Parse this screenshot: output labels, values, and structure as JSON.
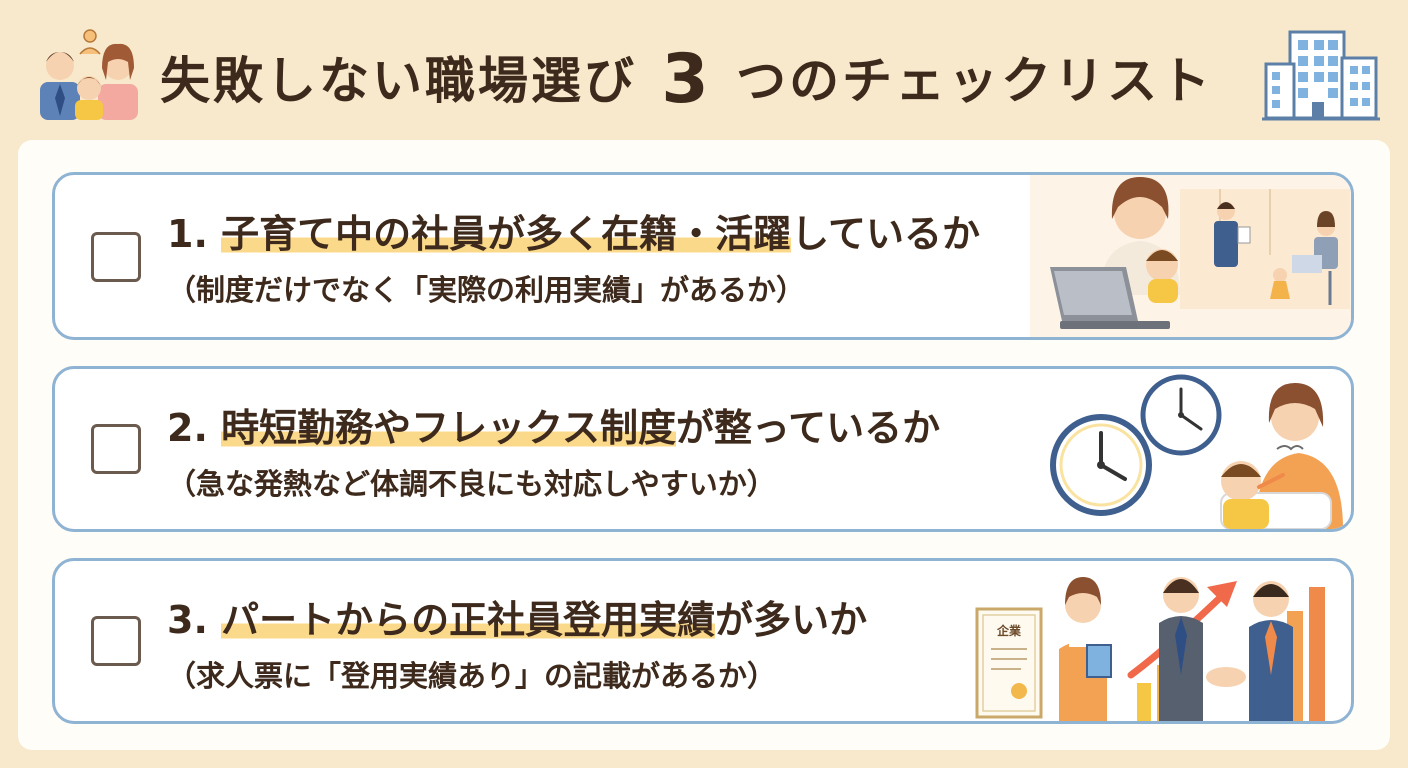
{
  "header": {
    "title_before": "失敗しない職場選び",
    "title_num": "3",
    "title_after": "つのチェックリスト"
  },
  "items": [
    {
      "number": "1.",
      "title_highlight": "子育て中の社員が多く在籍・活躍",
      "title_rest": "しているか",
      "subtitle": "（制度だけでなく「実際の利用実績」があるか）",
      "checked": false
    },
    {
      "number": "2.",
      "title_highlight": "時短勤務やフレックス制度",
      "title_rest": "が整っているか",
      "subtitle": "（急な発熱など体調不良にも対応しやすいか）",
      "checked": false
    },
    {
      "number": "3.",
      "title_highlight": "パートからの正社員登用実績",
      "title_rest": "が多いか",
      "subtitle": "（求人票に「登用実績あり」の記載があるか）",
      "checked": false
    }
  ],
  "certificate": {
    "label": "企業"
  },
  "colors": {
    "background": "#f8e9cc",
    "card_border": "#8fb3d3",
    "highlight": "#fbd98a",
    "text": "#3d2a1c",
    "accent_orange": "#f08a4b"
  },
  "icons": [
    "family-icon",
    "office-building-icon",
    "checkbox-icon",
    "mother-laptop-illustration",
    "clock-icon",
    "sick-child-illustration",
    "handshake-illustration",
    "growth-chart-icon",
    "certificate-icon"
  ]
}
